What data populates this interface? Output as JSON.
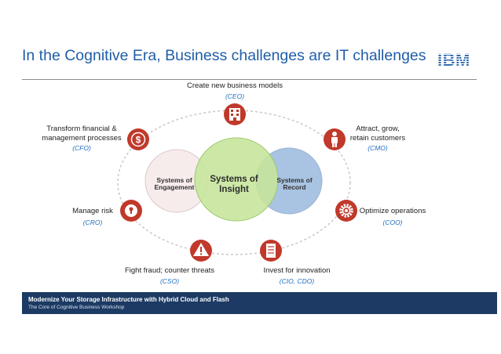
{
  "slide": {
    "title": "In the Cognitive Era, Business challenges are IT challenges",
    "logo_text": "IBM",
    "brand_color": "#1f5ea8",
    "accent_red": "#c0392b"
  },
  "venn": {
    "left": "Systems of Engagement",
    "left_l1": "Systems of",
    "left_l2": "Engagement",
    "center_l1": "Systems of",
    "center_l2": "Insight",
    "right_l1": "Systems of",
    "right_l2": "Record"
  },
  "challenges": [
    {
      "l1": "Create new business models",
      "l2": "",
      "role": "(CEO)",
      "icon": "building-icon"
    },
    {
      "l1": "Attract, grow,",
      "l2": "retain customers",
      "role": "(CMO)",
      "icon": "person-icon"
    },
    {
      "l1": "Optimize operations",
      "l2": "",
      "role": "(COO)",
      "icon": "gear-icon"
    },
    {
      "l1": "Invest for innovation",
      "l2": "",
      "role": "(CIO, CDO)",
      "icon": "server-icon"
    },
    {
      "l1": "Fight fraud; counter threats",
      "l2": "",
      "role": "(CSO)",
      "icon": "warning-icon"
    },
    {
      "l1": "Manage risk",
      "l2": "",
      "role": "(CRO)",
      "icon": "lock-icon"
    },
    {
      "l1": "Transform financial &",
      "l2": "management processes",
      "role": "(CFO)",
      "icon": "dollar-icon"
    }
  ],
  "footer": {
    "line1": "Modernize Your Storage Infrastructure with Hybrid Cloud and Flash",
    "line2": "The Core of Cognitive Business Workshop"
  }
}
